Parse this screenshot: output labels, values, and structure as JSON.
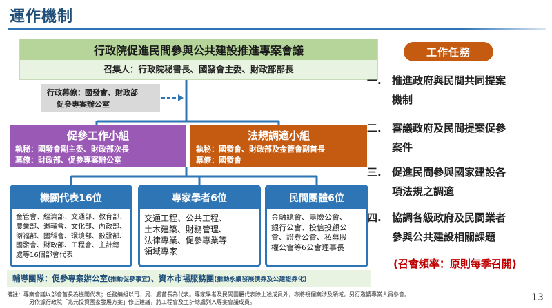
{
  "title": "運作機制",
  "committee": {
    "name": "行政院促進民間參與公共建設推進專案會議",
    "convener": "召集人：行政院秘書長、國發會主委、財政部部長"
  },
  "executive": {
    "line1": "行政幕僚：國發會、財政部",
    "line2": "促參專案辦公室"
  },
  "workgroups": [
    {
      "title": "促參工作小組",
      "line1": "執秘：國發會副主委、財政部次長",
      "line2": "幕僚：財政部、促參專案辦公室",
      "color": "#9b59b6"
    },
    {
      "title": "法規調適小組",
      "line1": "執秘：國發會、財政部及金管會副首長",
      "line2": "幕僚：國發會",
      "color": "#c55a11"
    }
  ],
  "members": [
    {
      "title": "機關代表16位",
      "lines": [
        "金管會、經濟部、交通部、教育部、",
        "農業部、退輔會、文化部、內政部、",
        "衛福部、國科會、環境部、數發部、",
        "國發會、財政部、工程會、主計總",
        "處等16個部會代表"
      ]
    },
    {
      "title": "專家學者6位",
      "lines": [
        "交通工程、公共工程、",
        "土木建築、財務管理、",
        "法律專業、促參專業等",
        "領域專家"
      ]
    },
    {
      "title": "民間團體6位",
      "lines": [
        "金融總會、壽險公會、",
        "銀行公會、投信投顧公",
        "會、證券公會、私募股",
        "權公會等6公會理事長"
      ]
    }
  ],
  "counsel": {
    "label": "輔導團隊：促參專案辦公室",
    "label_note": "(推動促參事宜)",
    "sep": "、資本市場服務團",
    "sep_note": "(推動永續發展債券及公建證券化)"
  },
  "tasks_title": "工作任務",
  "tasks": [
    {
      "num": "一.",
      "line1": "推進政府與民間共同提案",
      "line2": "機制"
    },
    {
      "num": "二.",
      "line1": "審議政府及民間提案促參",
      "line2": "案件"
    },
    {
      "num": "三.",
      "line1": "促進民間參與國家建設各",
      "line2": "項法規之調適"
    },
    {
      "num": "四.",
      "line1": "協調各級政府及民間業者",
      "line2": "參與公共建設相關課題"
    }
  ],
  "frequency": "(召會頻率：原則每季召開)",
  "note_line1": "備註：專案會議以部會首長為機關代表；任務編組以司、局、處首長為代表。專家學者及民間團體代表除上述成員外，亦將視個案涉及領域，另行邀請專業人員參會。",
  "note_line2": "另依據行政院「兆元投資國家發展方案」修正建議，將工程會及主計總處列入專案會議成員。",
  "page_number": "13",
  "colors": {
    "title_blue": "#1f4e79",
    "committee_green": "#b5d59a",
    "promo_purple": "#9b59b6",
    "law_orange": "#c55a11",
    "member_blue": "#2e75b6",
    "frequency_red": "#c00000"
  }
}
